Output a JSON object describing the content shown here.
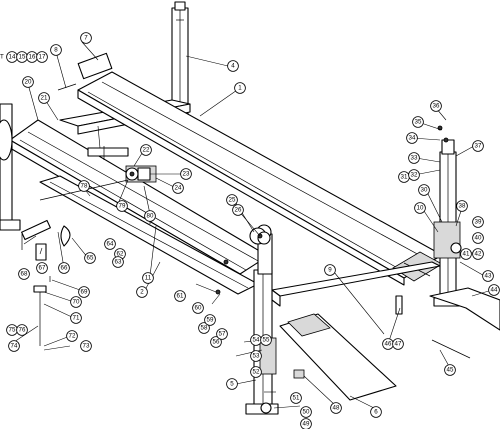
{
  "diagram": {
    "callouts": [
      "1",
      "2",
      "4",
      "5",
      "6",
      "7",
      "8",
      "9",
      "10",
      "11",
      "14",
      "15",
      "16",
      "17",
      "20",
      "21",
      "22",
      "23",
      "24",
      "25",
      "26",
      "30",
      "31",
      "32",
      "33",
      "34",
      "35",
      "36",
      "37",
      "38",
      "39",
      "40",
      "41",
      "42",
      "43",
      "44",
      "45",
      "46",
      "47",
      "48",
      "49",
      "50",
      "51",
      "52",
      "53",
      "54",
      "55",
      "56",
      "57",
      "58",
      "59",
      "60",
      "61",
      "62",
      "63",
      "64",
      "65",
      "66",
      "67",
      "68",
      "69",
      "70",
      "71",
      "72",
      "73",
      "74",
      "75",
      "76",
      "78",
      "79",
      "80"
    ],
    "edge_fragment": "T"
  }
}
